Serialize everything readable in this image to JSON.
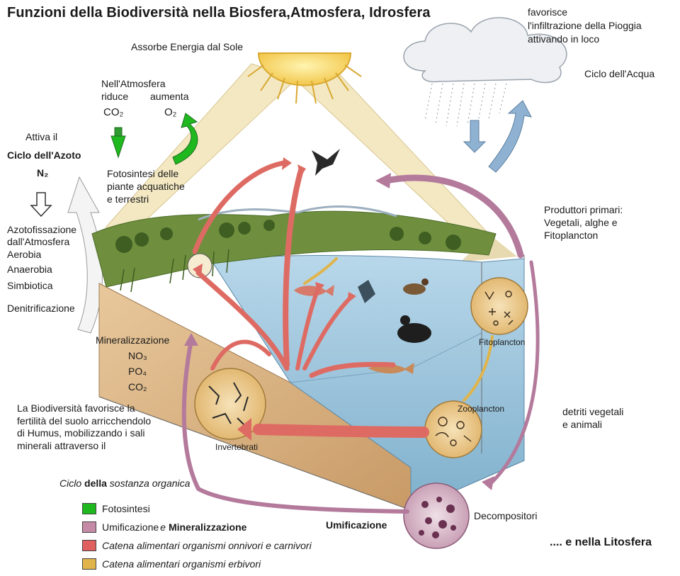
{
  "title": "Funzioni della Biodiversità nella Biosfera",
  "title_suffix": ",Atmosfera, Idrosfera",
  "sun_label": "Assorbe Energia dal Sole",
  "cloud_text": [
    "favorisce",
    "l'infiltrazione della Pioggia",
    "attivando in loco"
  ],
  "water_cycle": "Ciclo dell'Acqua",
  "atmosphere": {
    "line1": "Nell'Atmosfera",
    "reduces": "riduce",
    "co2": "CO₂",
    "increases": "aumenta",
    "o2": "O₂"
  },
  "photosynthesis_text": [
    "Fotosintesi delle",
    "piante acquatiche",
    "e terrestri"
  ],
  "nitrogen": {
    "activates": "Attiva il",
    "cycle": "Ciclo dell'Azoto",
    "n2": "N₂",
    "items": [
      "Azotofissazione",
      "dall'Atmosfera",
      "Aerobia",
      "Anaerobia",
      "Simbiotica",
      "Denitrificazione"
    ]
  },
  "producers": [
    "Produttori primari:",
    "Vegetali, alghe e",
    "Fitoplancton"
  ],
  "mineralization": {
    "label": "Mineralizzazione",
    "no3": "NO₃",
    "po4": "PO₄",
    "co2": "CO₂"
  },
  "soil_text": [
    "La Biodiversità favorisce la",
    "fertilità del suolo arricchendolo",
    "di Humus, mobilizzando i sali",
    "minerali attraverso il"
  ],
  "organic_cycle": {
    "a": "Ciclo ",
    "b": "della",
    "c": " sostanza organica"
  },
  "labels": {
    "fitoplancton": "Fitoplancton",
    "zooplancton": "Zooplancton",
    "invertebrati": "Invertebrati",
    "detriti": [
      "detriti vegetali",
      "e animali"
    ],
    "decompositori": "Decompositori",
    "umificazione": "Umificazione",
    "litosfera": ".... e nella Litosfera"
  },
  "legend": [
    {
      "label": "Fotosintesi",
      "label_bold": "",
      "color": "#1fb81f",
      "italic": false
    },
    {
      "label": "Umificazione ",
      "label_bold": "Mineralizzazione",
      "connector": "e ",
      "color": "#c48aa6",
      "italic": false
    },
    {
      "label": "Catena alimentari organismi onnivori e carnivori",
      "label_bold": "",
      "color": "#e06060",
      "italic": true
    },
    {
      "label": "Catena alimentari organismi erbivori",
      "label_bold": "",
      "color": "#e0b44a",
      "italic": true
    }
  ],
  "colors": {
    "photosynthesis": "#1fb81f",
    "humification": "#b0709a",
    "carnivore_chain": "#d9534f",
    "herbivore_chain": "#e0b44a",
    "sun_beam": "#f0e4b0",
    "water": "#9cc4dd",
    "water_arrow": "#7fa6c8"
  }
}
